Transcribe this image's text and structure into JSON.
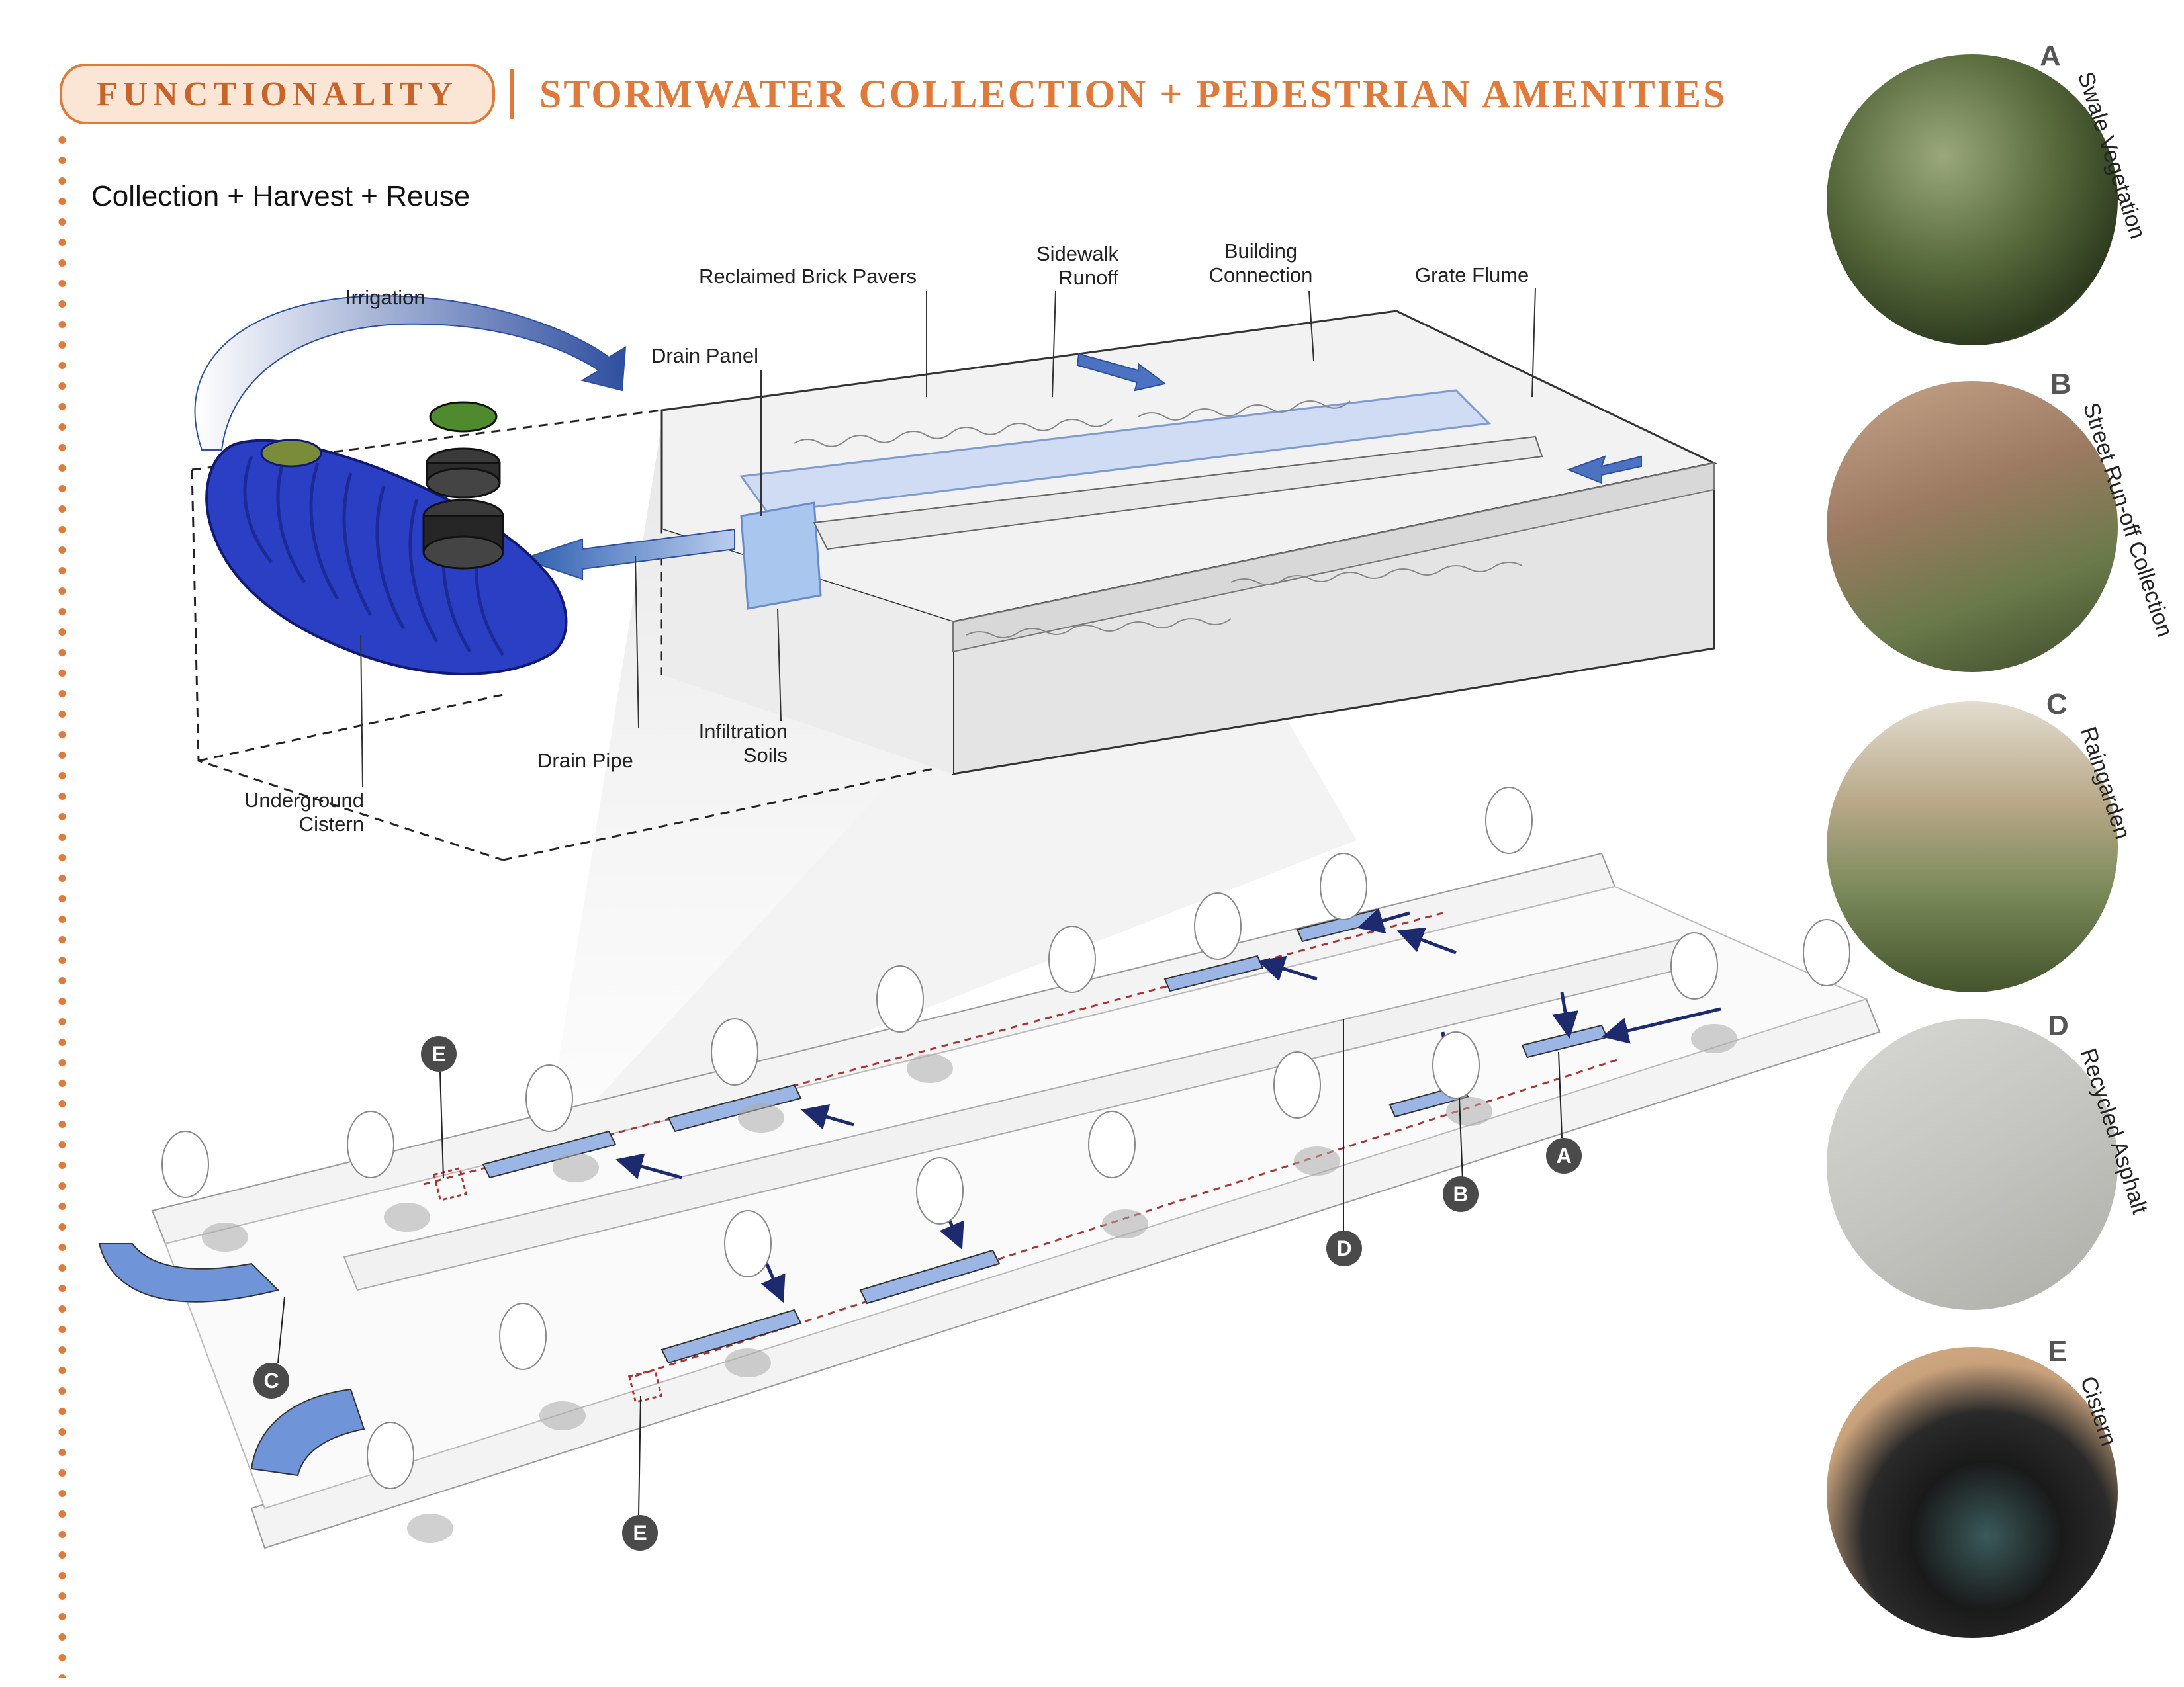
{
  "header": {
    "tag": "FUNCTIONALITY",
    "title": "STORMWATER COLLECTION + PEDESTRIAN AMENITIES",
    "subtitle": "Collection + Harvest + Reuse"
  },
  "section_labels": {
    "irrigation": "Irrigation",
    "reclaimed_brick_pavers": "Reclaimed Brick Pavers",
    "sidewalk_runoff_1": "Sidewalk",
    "sidewalk_runoff_2": "Runoff",
    "building_connection_1": "Building",
    "building_connection_2": "Connection",
    "grate_flume": "Grate Flume",
    "drain_panel": "Drain Panel",
    "infiltration_soils_1": "Infiltration",
    "infiltration_soils_2": "Soils",
    "drain_pipe": "Drain Pipe",
    "underground_cistern_1": "Underground",
    "underground_cistern_2": "Cistern"
  },
  "plan_markers": {
    "a": "A",
    "b": "B",
    "c": "C",
    "d": "D",
    "e_top": "E",
    "e_bottom": "E"
  },
  "photos": [
    {
      "letter": "A",
      "caption": "Swale Vegetation"
    },
    {
      "letter": "B",
      "caption": "Street Run-off Collection"
    },
    {
      "letter": "C",
      "caption": "Raingarden"
    },
    {
      "letter": "D",
      "caption": "Recycled Asphalt"
    },
    {
      "letter": "E",
      "caption": "Cistern"
    }
  ],
  "colors": {
    "accent": "#e07a3a",
    "water_blue": "#6f95d8",
    "cistern_blue": "#2b3fc4",
    "arrow_navy": "#1e2a6e"
  }
}
